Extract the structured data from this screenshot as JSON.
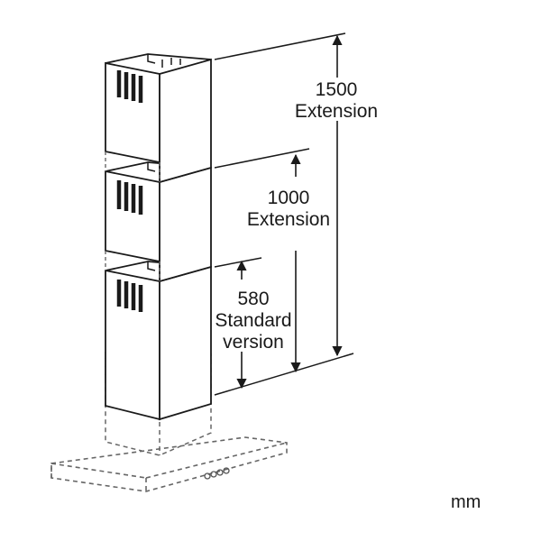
{
  "dimensions": [
    {
      "id": "ext1500",
      "value": "1500",
      "caption": "Extension"
    },
    {
      "id": "ext1000",
      "value": "1000",
      "caption": "Extension"
    },
    {
      "id": "std580",
      "value": "580",
      "caption_line1": "Standard",
      "caption_line2": "version"
    }
  ],
  "unit": "mm",
  "colors": {
    "line": "#1a1a1a",
    "hidden_line": "#666666",
    "background": "#ffffff"
  }
}
